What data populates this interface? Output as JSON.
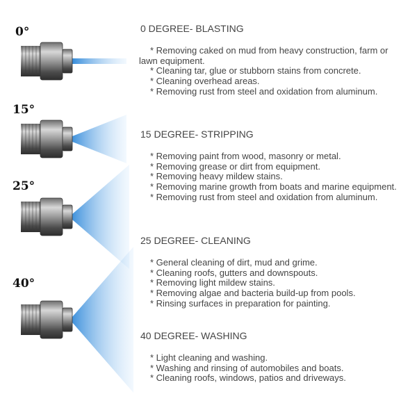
{
  "angles": [
    "0°",
    "15°",
    "25°",
    "40°"
  ],
  "spray_color": "#3a8fd8",
  "sections": [
    {
      "title": "0 DEGREE- BLASTING",
      "bullets": [
        "* Removing caked on mud from heavy construction, farm or lawn equipment.",
        "* Cleaning tar, glue or stubborn stains from concrete.",
        "* Cleaning overhead areas.",
        "* Removing rust from steel and oxidation from aluminum."
      ]
    },
    {
      "title": "15 DEGREE- STRIPPING",
      "bullets": [
        "* Removing paint from wood, masonry or metal.",
        "* Removing grease or dirt from equipment.",
        "* Removing heavy mildew stains.",
        "* Removing marine growth from boats and marine equipment.",
        "* Removing rust from steel and oxidation from aluminum."
      ]
    },
    {
      "title": "25 DEGREE- CLEANING",
      "bullets": [
        "* General cleaning of dirt, mud and grime.",
        "* Cleaning roofs, gutters and downspouts.",
        "* Removing light mildew stains.",
        "* Removing algae and bacteria build-up from pools.",
        "* Rinsing surfaces in preparation for painting."
      ]
    },
    {
      "title": "40 DEGREE- WASHING",
      "bullets": [
        "* Light cleaning and washing.",
        "* Washing and rinsing of automobiles and boats.",
        "* Cleaning roofs, windows, patios and driveways."
      ]
    }
  ]
}
